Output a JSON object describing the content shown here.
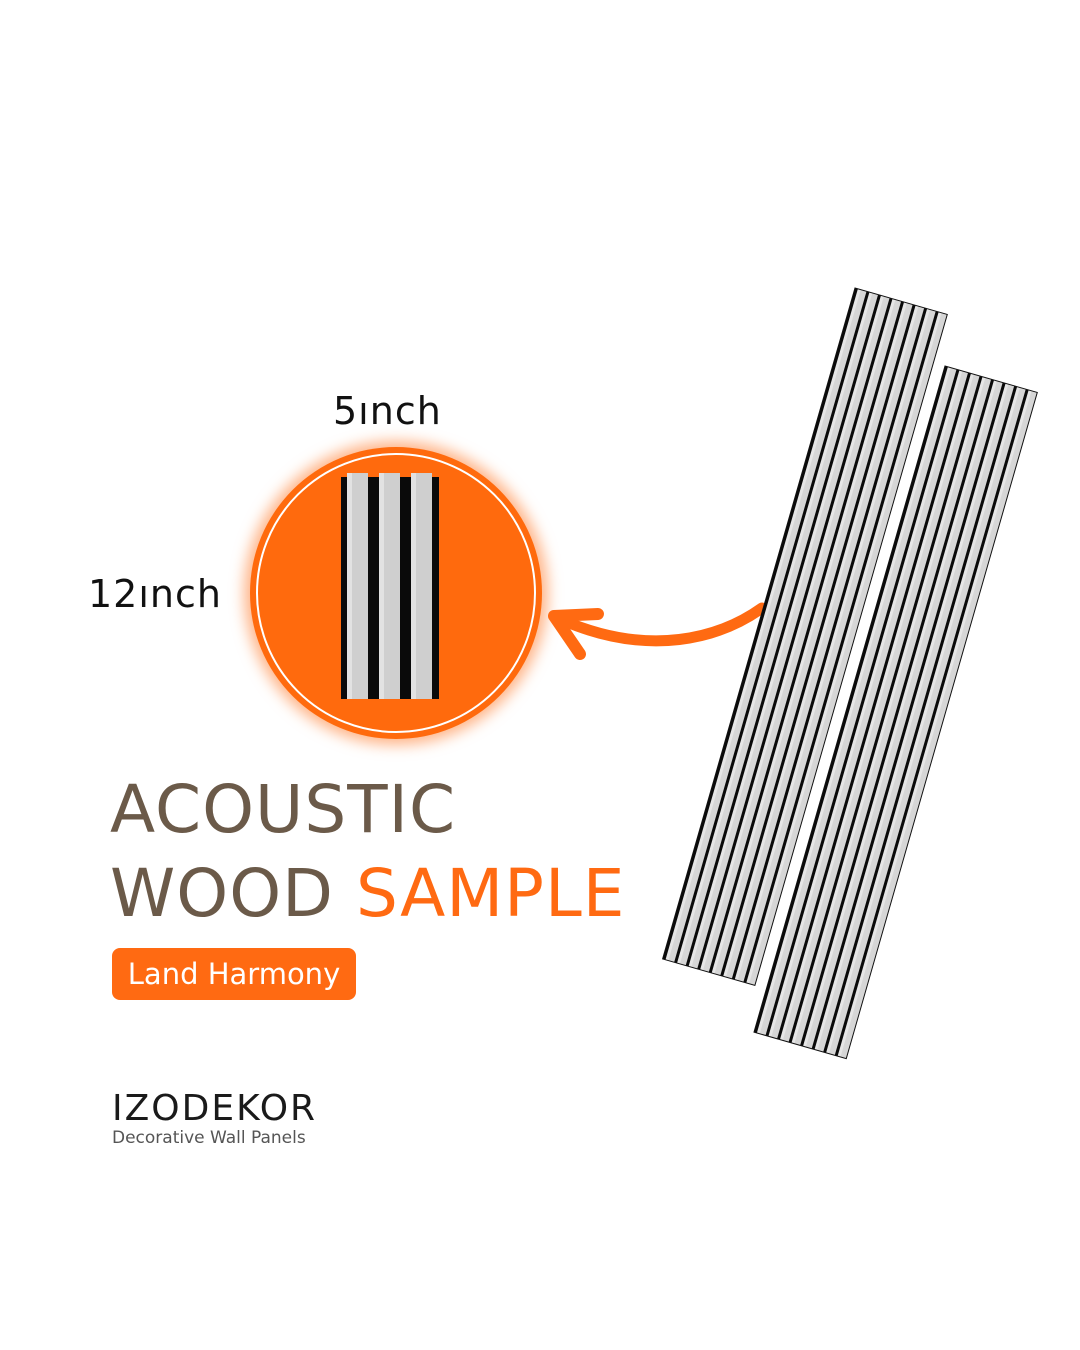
{
  "sample": {
    "width_label": "5ınch",
    "height_label": "12ınch"
  },
  "title": {
    "line1": "ACOUSTIC",
    "line2_part1": "WOOD",
    "line2_accent": "SAMPLE"
  },
  "badge": {
    "label": "Land Harmony"
  },
  "brand": {
    "name": "IZODEKOR",
    "tagline": "Decorative Wall Panels"
  },
  "colors": {
    "accent": "#ff6a12",
    "title_brown": "#6b5a49",
    "slat_gray": "#d4d4d4",
    "felt_black": "#0a0a0a",
    "background": "#ffffff"
  },
  "icons": {
    "arrow": "curved-arrow-left"
  }
}
